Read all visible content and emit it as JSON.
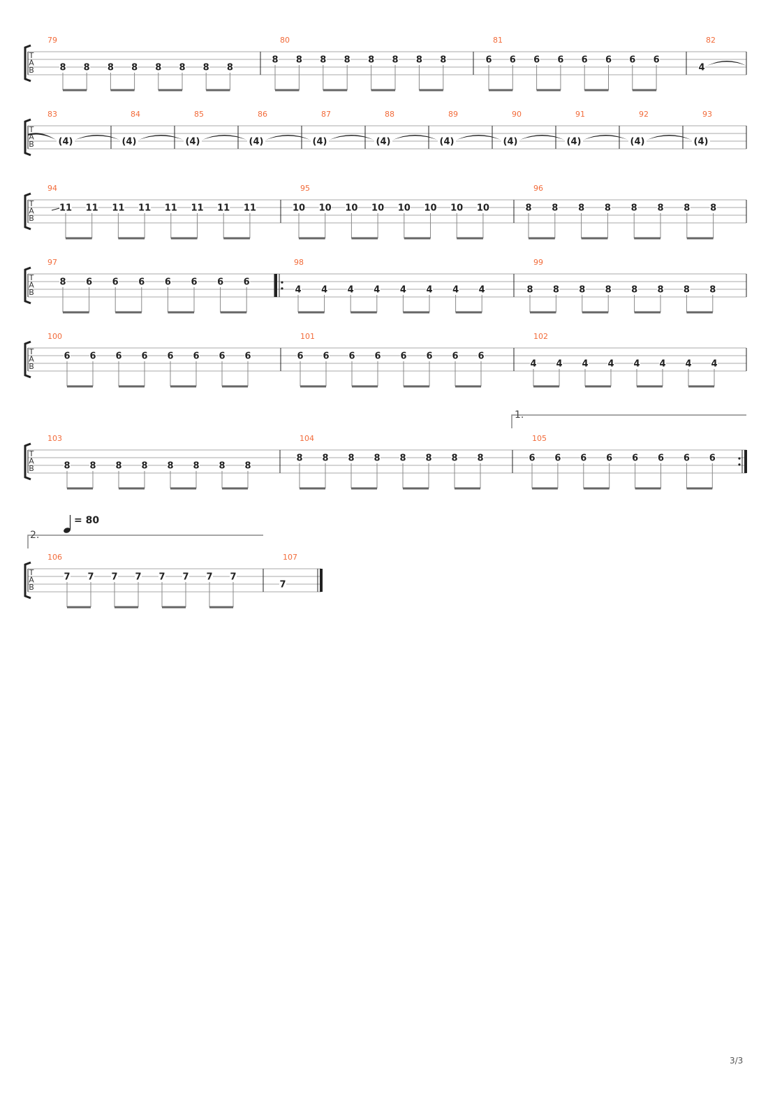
{
  "page_number": "3/3",
  "tab_clef": [
    "T",
    "A",
    "B"
  ],
  "tempo": {
    "symbol": "quarter-note",
    "label": "= 80"
  },
  "voltas": [
    "1.",
    "2."
  ],
  "systems": [
    {
      "measures": [
        {
          "number": "79",
          "string": 3,
          "frets": [
            "8",
            "8",
            "8",
            "8",
            "8",
            "8",
            "8",
            "8"
          ]
        },
        {
          "number": "80",
          "string": 2,
          "frets": [
            "8",
            "8",
            "8",
            "8",
            "8",
            "8",
            "8",
            "8"
          ]
        },
        {
          "number": "81",
          "string": 2,
          "frets": [
            "6",
            "6",
            "6",
            "6",
            "6",
            "6",
            "6",
            "6"
          ]
        },
        {
          "number": "82",
          "string": 3,
          "frets": [
            "4"
          ],
          "tie": true
        }
      ]
    },
    {
      "measures": [
        {
          "number": "83",
          "string": 3,
          "frets": [
            "(4)"
          ],
          "tie": true
        },
        {
          "number": "84",
          "string": 3,
          "frets": [
            "(4)"
          ],
          "tie": true
        },
        {
          "number": "85",
          "string": 3,
          "frets": [
            "(4)"
          ],
          "tie": true
        },
        {
          "number": "86",
          "string": 3,
          "frets": [
            "(4)"
          ],
          "tie": true
        },
        {
          "number": "87",
          "string": 3,
          "frets": [
            "(4)"
          ],
          "tie": true
        },
        {
          "number": "88",
          "string": 3,
          "frets": [
            "(4)"
          ],
          "tie": true
        },
        {
          "number": "89",
          "string": 3,
          "frets": [
            "(4)"
          ],
          "tie": true
        },
        {
          "number": "90",
          "string": 3,
          "frets": [
            "(4)"
          ],
          "tie": true
        },
        {
          "number": "91",
          "string": 3,
          "frets": [
            "(4)"
          ],
          "tie": true
        },
        {
          "number": "92",
          "string": 3,
          "frets": [
            "(4)"
          ],
          "tie": true
        },
        {
          "number": "93",
          "string": 3,
          "frets": [
            "(4)"
          ]
        }
      ]
    },
    {
      "measures": [
        {
          "number": "94",
          "string": 2,
          "frets": [
            "11",
            "11",
            "11",
            "11",
            "11",
            "11",
            "11",
            "11"
          ],
          "slide_in": true
        },
        {
          "number": "95",
          "string": 2,
          "frets": [
            "10",
            "10",
            "10",
            "10",
            "10",
            "10",
            "10",
            "10"
          ]
        },
        {
          "number": "96",
          "string": 2,
          "frets": [
            "8",
            "8",
            "8",
            "8",
            "8",
            "8",
            "8",
            "8"
          ]
        }
      ]
    },
    {
      "measures": [
        {
          "number": "97",
          "string": 2,
          "frets": [
            "8",
            "6",
            "6",
            "6",
            "6",
            "6",
            "6",
            "6"
          ]
        },
        {
          "number": "98",
          "string": 3,
          "frets": [
            "4",
            "4",
            "4",
            "4",
            "4",
            "4",
            "4",
            "4"
          ],
          "repeat_start": true
        },
        {
          "number": "99",
          "string": 3,
          "frets": [
            "8",
            "8",
            "8",
            "8",
            "8",
            "8",
            "8",
            "8"
          ]
        }
      ]
    },
    {
      "measures": [
        {
          "number": "100",
          "string": 2,
          "frets": [
            "6",
            "6",
            "6",
            "6",
            "6",
            "6",
            "6",
            "6"
          ]
        },
        {
          "number": "101",
          "string": 2,
          "frets": [
            "6",
            "6",
            "6",
            "6",
            "6",
            "6",
            "6",
            "6"
          ]
        },
        {
          "number": "102",
          "string": 3,
          "frets": [
            "4",
            "4",
            "4",
            "4",
            "4",
            "4",
            "4",
            "4"
          ]
        }
      ]
    },
    {
      "measures": [
        {
          "number": "103",
          "string": 3,
          "frets": [
            "8",
            "8",
            "8",
            "8",
            "8",
            "8",
            "8",
            "8"
          ]
        },
        {
          "number": "104",
          "string": 2,
          "frets": [
            "8",
            "8",
            "8",
            "8",
            "8",
            "8",
            "8",
            "8"
          ]
        },
        {
          "number": "105",
          "string": 2,
          "frets": [
            "6",
            "6",
            "6",
            "6",
            "6",
            "6",
            "6",
            "6"
          ],
          "repeat_end": true
        }
      ]
    },
    {
      "measures": [
        {
          "number": "106",
          "string": 2,
          "frets": [
            "7",
            "7",
            "7",
            "7",
            "7",
            "7",
            "7",
            "7"
          ]
        },
        {
          "number": "107",
          "string": 3,
          "frets": [
            "7"
          ],
          "final": true
        }
      ]
    }
  ]
}
